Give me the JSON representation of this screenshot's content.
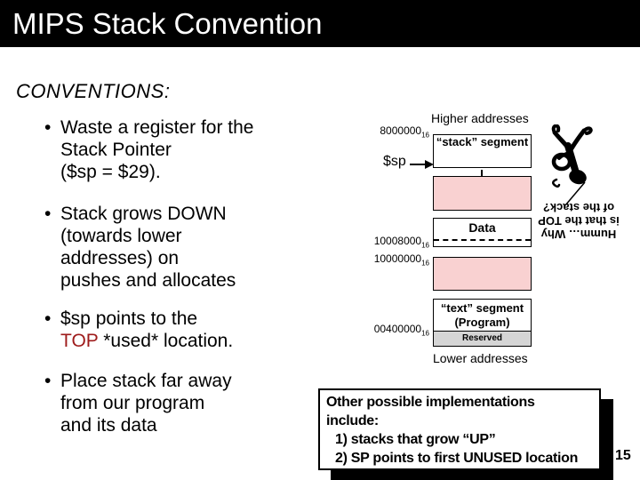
{
  "title": "MIPS Stack Convention",
  "page_number": "15",
  "bullet_char": "•",
  "content": {
    "heading": "CONVENTIONS:",
    "bullets": [
      {
        "lines": [
          "Waste a register for the",
          "Stack Pointer",
          "($sp = $29)."
        ]
      },
      {
        "lines": [
          "Stack grows DOWN",
          "(towards lower",
          "addresses) on",
          "pushes and allocates"
        ]
      },
      {
        "lines": [
          "$sp points to the"
        ],
        "emphasis_word": "TOP",
        "after_emphasis": " *used* location."
      },
      {
        "lines": [
          "Place stack far away",
          "from our program",
          "and its data"
        ]
      }
    ]
  },
  "diagram": {
    "higher_label": "Higher addresses",
    "lower_label": "Lower addresses",
    "sp_label": "$sp",
    "stack_segment_label": "“stack” segment",
    "data_label": "Data",
    "text_segment_label": "“text” segment",
    "program_label": "(Program)",
    "reserved_label": "Reserved",
    "addresses": {
      "stack_top": {
        "value": "8000000",
        "base": "16"
      },
      "data_line": {
        "value": "10008000",
        "base": "16"
      },
      "data_bottom": {
        "value": "10000000",
        "base": "16"
      },
      "text_seg": {
        "value": "00400000",
        "base": "16"
      }
    },
    "colors": {
      "pink": "#F9D1D1",
      "reserved_grey": "#D5D5D5"
    }
  },
  "thought": {
    "lines": [
      "Humm… Why",
      "is that the TOP",
      "of the stack?"
    ]
  },
  "note_box": {
    "lines": [
      "Other possible implementations",
      "include:",
      "1) stacks that grow “UP”",
      "2) SP points to first UNUSED location"
    ]
  },
  "accent_colors": {
    "emphasis_red": "#9E1B1B",
    "titlebar_black": "#000000"
  }
}
